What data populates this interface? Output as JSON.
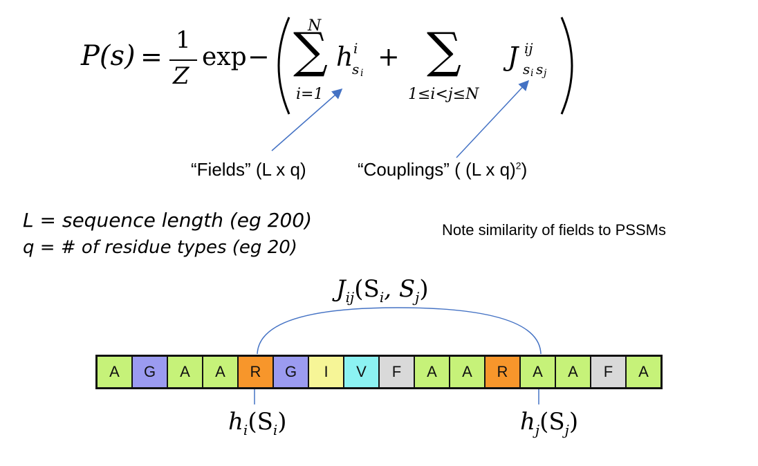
{
  "equation": {
    "lhs": "P(s)",
    "eq": "=",
    "frac_num": "1",
    "frac_den": "Z",
    "exp": "exp",
    "minus": "−",
    "sum1_upper": "N",
    "sum1_lower": "i=1",
    "h_term_base": "h",
    "h_term_sup": "i",
    "h_term_sub": "s",
    "h_term_subsub": "i",
    "plus": "+",
    "sum2_lower": "1≤i<j≤N",
    "J_term_base": "J",
    "J_term_sup": "ij",
    "J_term_sub": "s",
    "J_term_subsub1": "i",
    "J_term_sub2": "s",
    "J_term_subsub2": "j"
  },
  "annotations": {
    "fields": "“Fields” (L x q)",
    "couplings_main": "“Couplings” ( (L x q)",
    "couplings_power": "2",
    "couplings_close": ")"
  },
  "definitions": {
    "L": "L = sequence length (eg 200)",
    "q": "q = # of residue types (eg 20)"
  },
  "note": "Note similarity of fields to PSSMs",
  "coupling_label": {
    "base": "J",
    "sub": "ij",
    "args": "(S",
    "arg1sub": "i",
    "comma": ", S",
    "arg2sub": "j",
    "close": ")"
  },
  "field_labels": {
    "hi_base": "h",
    "hi_sub": "i",
    "hi_args": "(S",
    "hi_argsub": "i",
    "hi_close": ")",
    "hj_base": "h",
    "hj_sub": "j",
    "hj_args": "(S",
    "hj_argsub": "j",
    "hj_close": ")"
  },
  "sequence": [
    {
      "letter": "A",
      "color": "#c6f279"
    },
    {
      "letter": "G",
      "color": "#9b9bf0"
    },
    {
      "letter": "A",
      "color": "#c6f279"
    },
    {
      "letter": "A",
      "color": "#c6f279"
    },
    {
      "letter": "R",
      "color": "#f7962b"
    },
    {
      "letter": "G",
      "color": "#9b9bf0"
    },
    {
      "letter": "I",
      "color": "#f6f597"
    },
    {
      "letter": "V",
      "color": "#8cf2f2"
    },
    {
      "letter": "F",
      "color": "#d9d9d9"
    },
    {
      "letter": "A",
      "color": "#c6f279"
    },
    {
      "letter": "A",
      "color": "#c6f279"
    },
    {
      "letter": "R",
      "color": "#f7962b"
    },
    {
      "letter": "A",
      "color": "#c6f279"
    },
    {
      "letter": "A",
      "color": "#c6f279"
    },
    {
      "letter": "F",
      "color": "#d9d9d9"
    },
    {
      "letter": "A",
      "color": "#c6f279"
    }
  ],
  "colors": {
    "arrow": "#4472c4",
    "arc": "#4472c4",
    "ink": "#000000"
  }
}
